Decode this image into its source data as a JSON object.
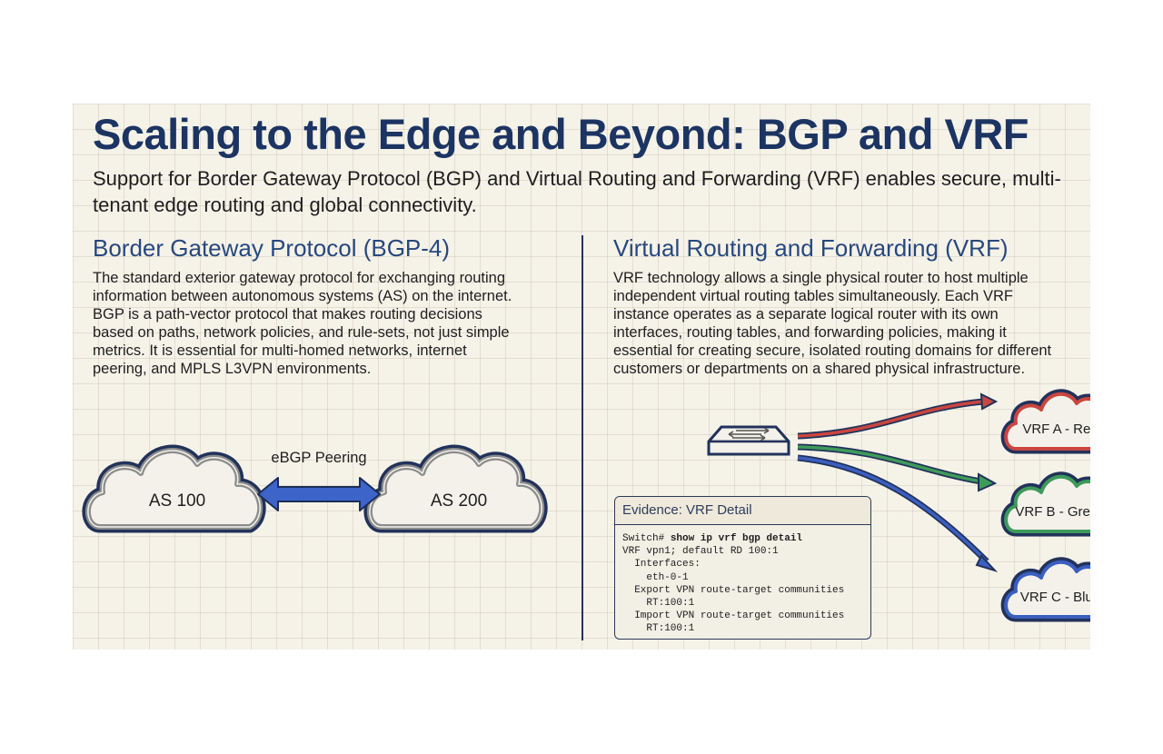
{
  "title": "Scaling to the Edge and Beyond: BGP and VRF",
  "subtitle": "Support for Border Gateway Protocol (BGP) and Virtual Routing and Forwarding (VRF) enables secure, multi-tenant edge routing and global connectivity.",
  "bgp": {
    "heading": "Border Gateway Protocol (BGP-4)",
    "lines": [
      "The standard exterior gateway protocol for exchanging routing",
      "information between autonomous systems (AS) on the internet.",
      "BGP is a path-vector protocol that makes routing decisions",
      "based on paths, network policies, and rule-sets, not just simple",
      "metrics. It is essential for multi-homed networks, internet",
      "peering, and MPLS L3VPN environments."
    ],
    "diagram": {
      "left_cloud": "AS 100",
      "right_cloud": "AS 200",
      "link_label": "eBGP Peering"
    }
  },
  "vrf": {
    "heading": "Virtual Routing and Forwarding (VRF)",
    "lines": [
      "VRF technology allows a single physical router to host multiple",
      "independent virtual routing tables simultaneously. Each VRF",
      "instance operates as a separate logical router with its own",
      "interfaces, routing tables, and forwarding policies, making it",
      "essential for creating secure, isolated routing domains for different",
      "customers or departments on a shared physical infrastructure."
    ],
    "clouds": [
      {
        "label": "VRF A - Red",
        "color": "#c9463f"
      },
      {
        "label": "VRF B - Green",
        "color": "#3e9a5a"
      },
      {
        "label": "VRF C - Blue",
        "color": "#3b5fc0"
      }
    ],
    "evidence": {
      "header": "Evidence: VRF Detail",
      "prompt": "Switch# ",
      "command": "show ip vrf bgp detail",
      "output": [
        "VRF vpn1; default RD 100:1",
        "  Interfaces:",
        "    eth-0-1",
        "  Export VPN route-target communities",
        "    RT:100:1",
        "  Import VPN route-target communities",
        "    RT:100:1"
      ]
    }
  },
  "colors": {
    "title": "#1c3462",
    "heading": "#27487e",
    "outline": "#22325a",
    "peering_arrow": "#3d64c8",
    "background": "#f5f2e8"
  },
  "icons": [
    "cloud-icon",
    "router-switch-icon",
    "double-arrow-icon",
    "arrow-icon"
  ]
}
